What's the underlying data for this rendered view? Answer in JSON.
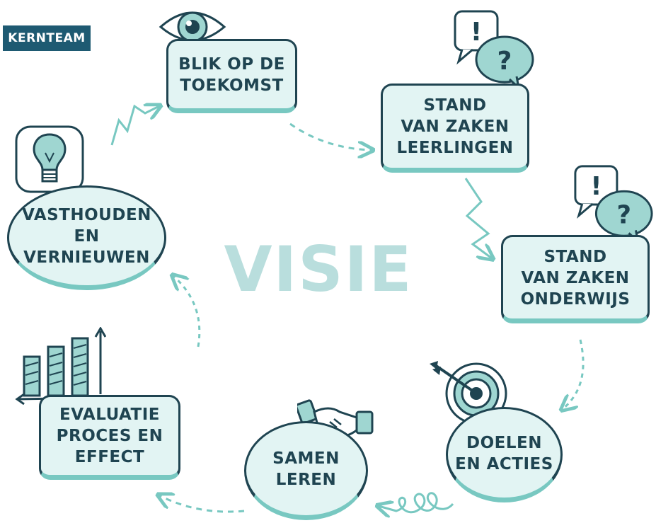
{
  "badge": {
    "label": "KERNTEAM"
  },
  "center": {
    "title": "VISIE"
  },
  "steps": [
    {
      "label": "BLIK OP DE\nTOEKOMST",
      "icon": "eye-icon"
    },
    {
      "label": "STAND\nVAN ZAKEN\nLEERLINGEN",
      "icon": "speech-bubbles-icon"
    },
    {
      "label": "STAND\nVAN ZAKEN\nONDERWIJS",
      "icon": "speech-bubbles-icon"
    },
    {
      "label": "DOELEN\nEN ACTIES",
      "icon": "target-icon"
    },
    {
      "label": "SAMEN\nLEREN",
      "icon": "handshake-icon"
    },
    {
      "label": "EVALUATIE\nPROCES EN\nEFFECT",
      "icon": "bar-chart-icon"
    },
    {
      "label": "VASTHOUDEN\nEN\nVERNIEUWEN",
      "icon": "lightbulb-icon"
    }
  ],
  "colors": {
    "outline": "#1f4451",
    "fill": "#e2f4f3",
    "accent": "#78c8c1",
    "badge": "#1e5a72",
    "title": "#b9dedd"
  }
}
